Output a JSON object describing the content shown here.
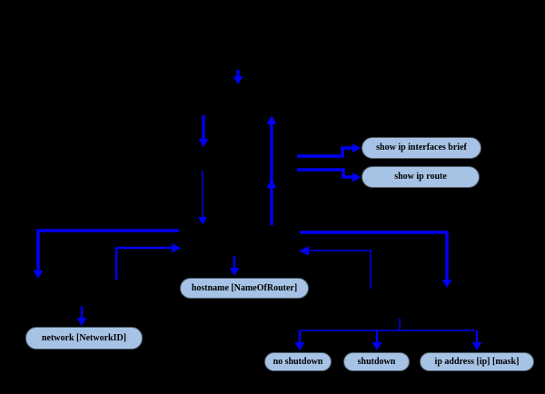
{
  "canvas": {
    "background_color": "#000000",
    "arrow_color": "#0000f2"
  },
  "node_style": {
    "fill_color": "#a6c3e5",
    "border_color": "#4d5a66",
    "text_color": "#000000"
  },
  "nodes": {
    "show_ip_interfaces_brief": "show ip interfaces brief",
    "show_ip_route": "show ip route",
    "hostname": "hostname [NameOfRouter]",
    "network": "network [NetworkID]",
    "no_shutdown": "no shutdown",
    "shutdown": "shutdown",
    "ip_address": "ip address [ip] [mask]"
  }
}
